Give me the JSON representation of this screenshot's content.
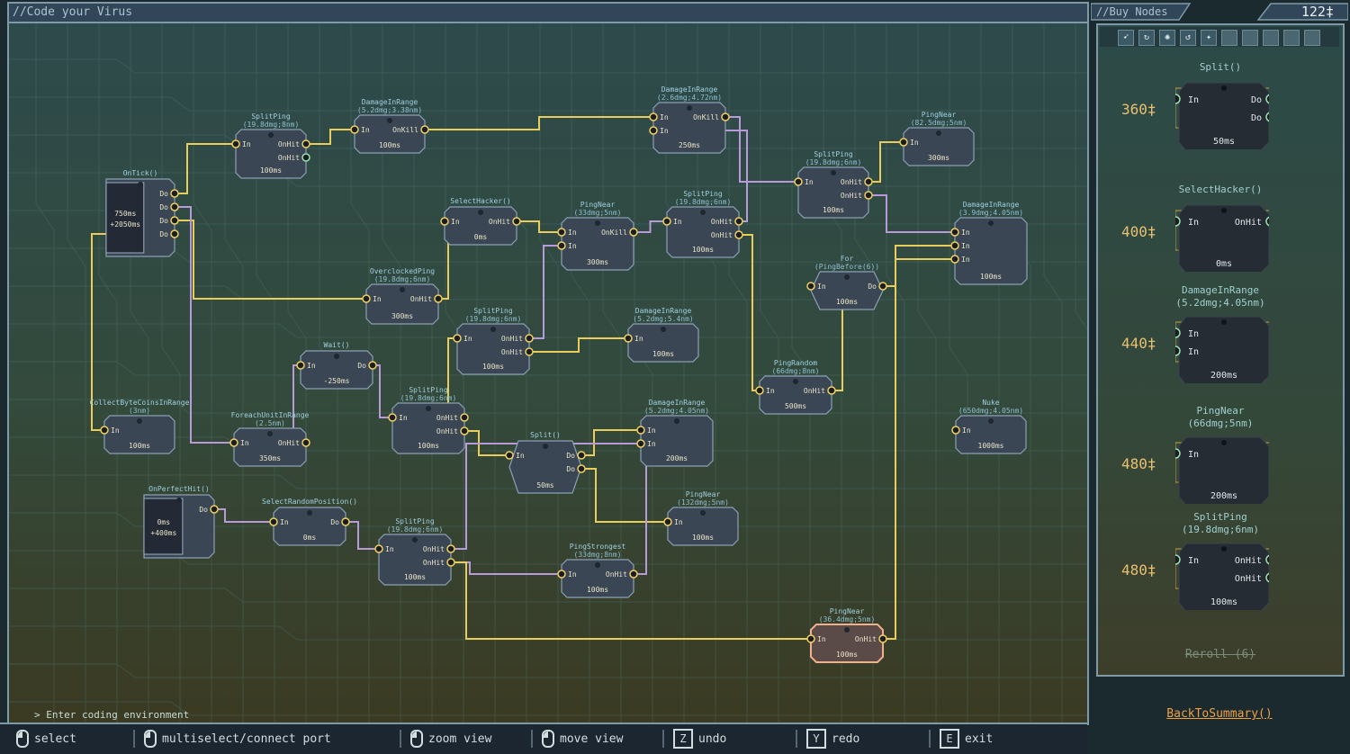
{
  "editor": {
    "title": "//Code your Virus",
    "console_line": "> Enter coding environment"
  },
  "hints": [
    {
      "icon": "mouse-left-icon",
      "label": "select"
    },
    {
      "icon": "mouse-move-icon",
      "label": "multiselect/connect port"
    },
    {
      "icon": "mouse-scroll-icon",
      "label": "zoom view"
    },
    {
      "icon": "mouse-move-icon",
      "label": "move view"
    },
    {
      "key": "Z",
      "label": "undo"
    },
    {
      "key": "Y",
      "label": "redo"
    },
    {
      "key": "E",
      "label": "exit"
    }
  ],
  "shop": {
    "title": "//Buy Nodes",
    "currency": "122‡",
    "reroll": "Reroll (6)",
    "back": "BackToSummary()",
    "tools": [
      "cursor-icon",
      "refresh-icon",
      "gear-icon",
      "cycle-icon",
      "target-icon",
      "",
      "",
      "",
      "",
      ""
    ],
    "items": [
      {
        "title": "Split()",
        "sub": "",
        "price": "360‡",
        "inputs": [
          "In"
        ],
        "outputs": [
          "Do",
          "Do"
        ],
        "time": "50ms"
      },
      {
        "title": "SelectHacker()",
        "sub": "",
        "price": "400‡",
        "inputs": [
          "In"
        ],
        "outputs": [
          "OnHit"
        ],
        "time": "0ms"
      },
      {
        "title": "DamageInRange",
        "sub": "(5.2dmg;4.05nm)",
        "price": "440‡",
        "inputs": [
          "In",
          "In"
        ],
        "outputs": [],
        "time": "200ms"
      },
      {
        "title": "PingNear",
        "sub": "(66dmg;5nm)",
        "price": "480‡",
        "inputs": [
          "In"
        ],
        "outputs": [],
        "time": "200ms"
      },
      {
        "title": "SplitPing",
        "sub": "(19.8dmg;6nm)",
        "price": "480‡",
        "inputs": [
          "In"
        ],
        "outputs": [
          "OnHit",
          "OnHit"
        ],
        "time": "100ms"
      }
    ]
  },
  "nodes": [
    {
      "id": "ontick",
      "title": "OnTick()",
      "sub": "",
      "inputs": [],
      "outputs": [
        "Do",
        "Do",
        "Do",
        "Do"
      ],
      "time": "750ms\n+2050ms",
      "kind": "event"
    },
    {
      "id": "sp1",
      "title": "SplitPing",
      "sub": "(19.8dmg;8nm)",
      "inputs": [
        "In"
      ],
      "outputs": [
        "OnHit",
        "OnHit"
      ],
      "time": "100ms"
    },
    {
      "id": "dir1",
      "title": "DamageInRange",
      "sub": "(5.2dmg;3.38nm)",
      "inputs": [
        "In"
      ],
      "outputs": [
        "OnKill"
      ],
      "time": "100ms"
    },
    {
      "id": "dir2",
      "title": "DamageInRange",
      "sub": "(2.6dmg;4.72nm)",
      "inputs": [
        "In",
        "In"
      ],
      "outputs": [
        "OnKill"
      ],
      "time": "250ms"
    },
    {
      "id": "pn1",
      "title": "PingNear",
      "sub": "(82.5dmg;5nm)",
      "inputs": [
        "In"
      ],
      "outputs": [],
      "time": "300ms"
    },
    {
      "id": "sp2",
      "title": "SplitPing",
      "sub": "(19.8dmg;6nm)",
      "inputs": [
        "In"
      ],
      "outputs": [
        "OnHit",
        "OnHit"
      ],
      "time": "100ms"
    },
    {
      "id": "sh1",
      "title": "SelectHacker()",
      "sub": "",
      "inputs": [
        "In"
      ],
      "outputs": [
        "OnHit"
      ],
      "time": "0ms"
    },
    {
      "id": "pn2",
      "title": "PingNear",
      "sub": "(33dmg;5nm)",
      "inputs": [
        "In",
        "In"
      ],
      "outputs": [
        "OnKill"
      ],
      "time": "300ms"
    },
    {
      "id": "sp3",
      "title": "SplitPing",
      "sub": "(19.8dmg;6nm)",
      "inputs": [
        "In"
      ],
      "outputs": [
        "OnHit",
        "OnHit"
      ],
      "time": "100ms"
    },
    {
      "id": "dir3",
      "title": "DamageInRange",
      "sub": "(3.9dmg;4.05nm)",
      "inputs": [
        "In",
        "In",
        "In"
      ],
      "outputs": [],
      "time": "100ms"
    },
    {
      "id": "op1",
      "title": "OverclockedPing",
      "sub": "(19.8dmg;6nm)",
      "inputs": [
        "In"
      ],
      "outputs": [
        "OnHit"
      ],
      "time": "300ms"
    },
    {
      "id": "for1",
      "title": "For",
      "sub": "(PingBefore(6))",
      "inputs": [
        "In"
      ],
      "outputs": [
        "Do"
      ],
      "time": "100ms",
      "kind": "hex"
    },
    {
      "id": "sp4",
      "title": "SplitPing",
      "sub": "(19.8dmg;6nm)",
      "inputs": [
        "In"
      ],
      "outputs": [
        "OnHit",
        "OnHit"
      ],
      "time": "100ms"
    },
    {
      "id": "dir4",
      "title": "DamageInRange",
      "sub": "(5.2dmg;5.4nm)",
      "inputs": [
        "In"
      ],
      "outputs": [],
      "time": "100ms"
    },
    {
      "id": "wait1",
      "title": "Wait()",
      "sub": "",
      "inputs": [
        "In"
      ],
      "outputs": [
        "Do"
      ],
      "time": "-250ms"
    },
    {
      "id": "pr1",
      "title": "PingRandom",
      "sub": "(66dmg;8nm)",
      "inputs": [
        "In"
      ],
      "outputs": [
        "OnHit"
      ],
      "time": "500ms"
    },
    {
      "id": "cb1",
      "title": "CollectByteCoinsInRange",
      "sub": "(3nm)",
      "inputs": [
        "In"
      ],
      "outputs": [],
      "time": "100ms"
    },
    {
      "id": "fe1",
      "title": "ForeachUnitInRange",
      "sub": "(2.5nm)",
      "inputs": [
        "In"
      ],
      "outputs": [
        "OnHit"
      ],
      "time": "350ms"
    },
    {
      "id": "sp5",
      "title": "SplitPing",
      "sub": "(19.8dmg;6nm)",
      "inputs": [
        "In"
      ],
      "outputs": [
        "OnHit",
        "OnHit"
      ],
      "time": "100ms"
    },
    {
      "id": "nuke1",
      "title": "Nuke",
      "sub": "(650dmg;4.05nm)",
      "inputs": [
        "In"
      ],
      "outputs": [],
      "time": "1000ms"
    },
    {
      "id": "split1",
      "title": "Split()",
      "sub": "",
      "inputs": [
        "In"
      ],
      "outputs": [
        "Do",
        "Do"
      ],
      "time": "50ms",
      "kind": "hex"
    },
    {
      "id": "dir5",
      "title": "DamageInRange",
      "sub": "(5.2dmg;4.05nm)",
      "inputs": [
        "In",
        "In"
      ],
      "outputs": [],
      "time": "200ms"
    },
    {
      "id": "pn3",
      "title": "PingNear",
      "sub": "(132dmg;5nm)",
      "inputs": [
        "In"
      ],
      "outputs": [],
      "time": "100ms"
    },
    {
      "id": "oph",
      "title": "OnPerfectHit()",
      "sub": "",
      "inputs": [],
      "outputs": [
        "Do"
      ],
      "time": "0ms\n+400ms",
      "kind": "event"
    },
    {
      "id": "srp",
      "title": "SelectRandomPosition()",
      "sub": "",
      "inputs": [
        "In"
      ],
      "outputs": [
        "Do"
      ],
      "time": "0ms"
    },
    {
      "id": "sp6",
      "title": "SplitPing",
      "sub": "(19.8dmg;6nm)",
      "inputs": [
        "In"
      ],
      "outputs": [
        "OnHit",
        "OnHit"
      ],
      "time": "100ms"
    },
    {
      "id": "ps1",
      "title": "PingStrongest",
      "sub": "(33dmg;8nm)",
      "inputs": [
        "In"
      ],
      "outputs": [
        "OnHit"
      ],
      "time": "100ms"
    },
    {
      "id": "pn4",
      "title": "PingNear",
      "sub": "(36.4dmg;5nm)",
      "inputs": [
        "In"
      ],
      "outputs": [
        "OnHit"
      ],
      "time": "100ms",
      "selected": true
    }
  ],
  "colors": {
    "wire_yellow": "#e8cc5c",
    "wire_purple": "#b89ad8",
    "port_yellow": "#f0d060",
    "port_green": "#9ae0b0",
    "price": "#e8c070",
    "link": "#f0a040"
  }
}
